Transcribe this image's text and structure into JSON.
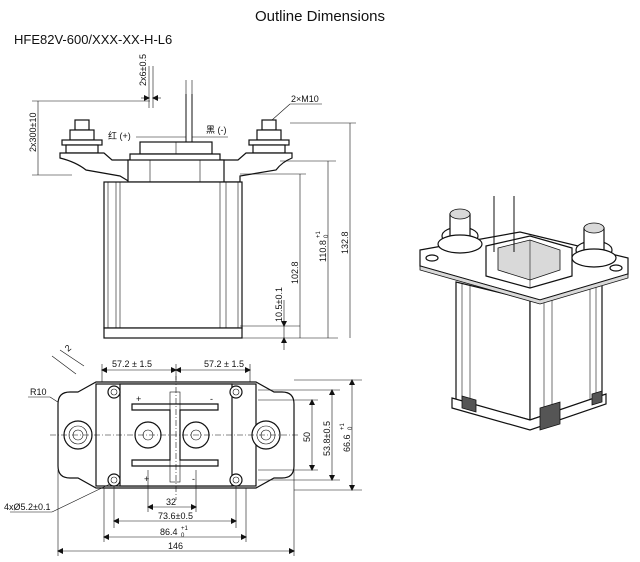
{
  "title": "Outline Dimensions",
  "model": "HFE82V-600/XXX-XX-H-L6",
  "side_view": {
    "wire_spacing": "2x6±0.5",
    "wire_length": "2x300±10",
    "thread": "2×M10",
    "wire_red": "红 (+)",
    "wire_black": "黑 (-)",
    "height_body": "102.8",
    "height_terminal": "110.8",
    "height_terminal_tol_plus": "+1",
    "height_terminal_tol_minus": "0",
    "height_total": "132.8",
    "foot_height": "10.5±0.1"
  },
  "top_view": {
    "radius": "R10",
    "angle": "2",
    "pitch_left": "57.2 ± 1.5",
    "pitch_right": "57.2 ± 1.5",
    "mount_holes": "4xØ5.2±0.1",
    "dim_32": "32",
    "dim_73_6": "73.6±0.5",
    "dim_86_4": "86.4",
    "dim_86_4_tol_plus": "+1",
    "dim_86_4_tol_minus": "0",
    "dim_146": "146",
    "dim_50": "50",
    "dim_53_8": "53.8±0.5",
    "dim_66_6": "66.6",
    "dim_66_6_tol_plus": "+1",
    "dim_66_6_tol_minus": "0",
    "plus": "+",
    "minus": "-"
  }
}
